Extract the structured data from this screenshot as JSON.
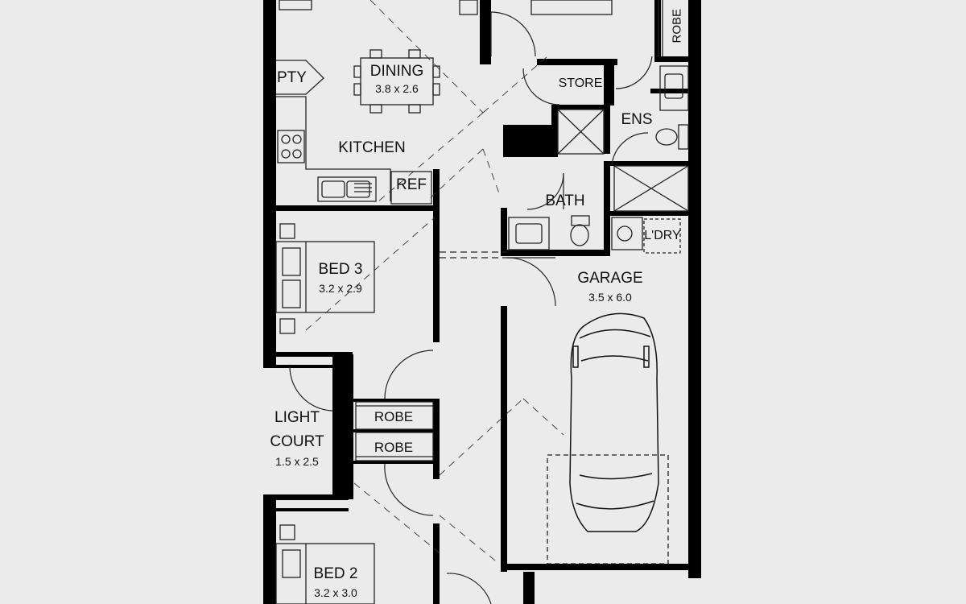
{
  "rooms": {
    "dining": {
      "name": "DINING",
      "dims": "3.8 x 2.6"
    },
    "kitchen": {
      "name": "KITCHEN"
    },
    "pantry": {
      "name": "PTY"
    },
    "fridge": {
      "name": "REF"
    },
    "store": {
      "name": "STORE"
    },
    "ensuite": {
      "name": "ENS"
    },
    "robe_master": {
      "name": "ROBE"
    },
    "bath": {
      "name": "BATH"
    },
    "laundry": {
      "name": "L'DRY"
    },
    "garage": {
      "name": "GARAGE",
      "dims": "3.5 x 6.0"
    },
    "bed3": {
      "name": "BED 3",
      "dims": "3.2 x 2.9"
    },
    "light_court": {
      "name_line1": "LIGHT",
      "name_line2": "COURT",
      "dims": "1.5 x 2.5"
    },
    "robe_a": {
      "name": "ROBE"
    },
    "robe_b": {
      "name": "ROBE"
    },
    "bed2": {
      "name": "BED 2",
      "dims": "3.2 x 3.0"
    }
  },
  "colors": {
    "background": "#ebebeb",
    "wall": "#000000",
    "line": "#222222"
  }
}
